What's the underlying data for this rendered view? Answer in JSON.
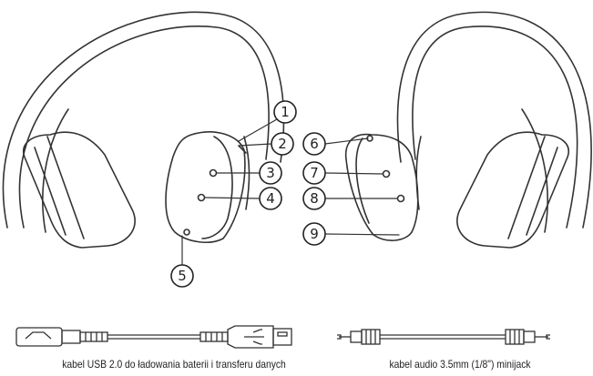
{
  "callouts": [
    {
      "number": "1",
      "part": "left-ear-top-control"
    },
    {
      "number": "2",
      "part": "left-ear-indicator"
    },
    {
      "number": "3",
      "part": "left-ear-button-upper"
    },
    {
      "number": "4",
      "part": "left-ear-button-lower"
    },
    {
      "number": "5",
      "part": "left-ear-bottom-port"
    },
    {
      "number": "6",
      "part": "right-ear-top-control"
    },
    {
      "number": "7",
      "part": "right-ear-button-upper"
    },
    {
      "number": "8",
      "part": "right-ear-button-lower"
    },
    {
      "number": "9",
      "part": "right-ear-edge"
    }
  ],
  "cables": {
    "usb_caption": "kabel USB 2.0 do ładowania baterii i transferu danych",
    "audio_caption": "kabel audio 3.5mm (1/8\") minijack"
  },
  "colors": {
    "line": "#333333",
    "background": "#ffffff"
  }
}
